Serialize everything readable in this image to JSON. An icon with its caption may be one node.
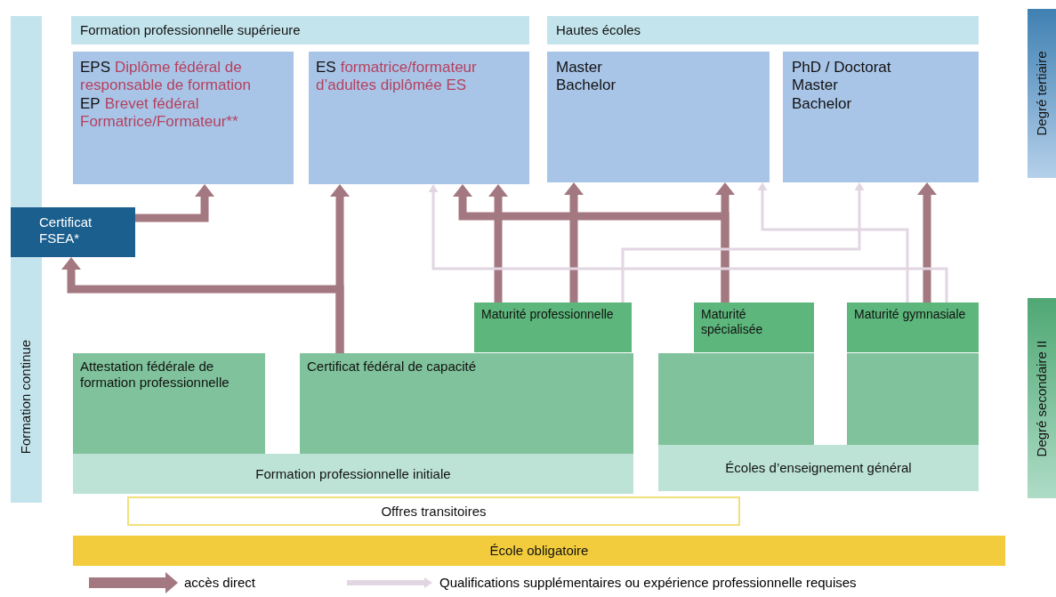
{
  "diagram": {
    "nodes": [
      {
        "text": [
          "Formation professionnelle supérieure"
        ]
      },
      {
        "text": [
          "Hautes écoles"
        ]
      },
      {
        "text": [
          "EPS",
          "Diplôme fédéral de responsable de formation",
          "EP",
          "Brevet fédéral Formatrice/Formateur**"
        ]
      },
      {
        "text": [
          "ES",
          "formatrice/formateur d’adultes diplômée ES"
        ]
      },
      {
        "text": [
          "Master",
          "Bachelor"
        ]
      },
      {
        "text": [
          "PhD / Doctorat",
          "Master",
          "Bachelor"
        ]
      },
      {
        "text": [
          "Certificat FSEA*"
        ]
      },
      {
        "text": [
          "Maturité professionnelle"
        ]
      },
      {
        "text": [
          "Maturité spécialisée"
        ]
      },
      {
        "text": [
          "Maturité gymnasiale"
        ]
      },
      {
        "text": [
          "Attestation fédérale de formation professionnelle"
        ]
      },
      {
        "text": [
          "Certificat fédéral de capacité"
        ]
      },
      {
        "text": [],
        "shape": "box"
      },
      {
        "text": [],
        "shape": "box"
      },
      {
        "text": [
          "Formation professionnelle initiale"
        ]
      },
      {
        "text": [
          "Écoles d’enseignement général"
        ]
      },
      {
        "text": [
          "Offres transitoires"
        ]
      },
      {
        "text": [
          "École obligatoire"
        ]
      },
      {
        "text": [
          "Formation continue"
        ]
      },
      {
        "text": [
          "Degré tertiaire"
        ]
      },
      {
        "text": [
          "Degré secondaire II"
        ]
      }
    ],
    "edges": [
      {
        "from": 6,
        "to": 2,
        "arrow": "to"
      },
      {
        "from": 11,
        "to": 3,
        "arrow": "to"
      },
      {
        "from": 11,
        "to": 6,
        "arrow": "to"
      },
      {
        "from": 7,
        "to": 3,
        "arrow": "to"
      },
      {
        "from": 7,
        "to": 4,
        "arrow": "to"
      },
      {
        "from": 8,
        "to": 4,
        "arrow": "to"
      },
      {
        "from": 8,
        "to": 3,
        "arrow": "to"
      },
      {
        "from": 9,
        "to": 5,
        "arrow": "to"
      },
      {
        "from": 9,
        "to": 3,
        "arrow": "to",
        "color": "#e2d6e2"
      },
      {
        "from": 7,
        "to": 5,
        "arrow": "to",
        "color": "#e2d6e2"
      },
      {
        "from": 9,
        "to": 4,
        "arrow": "to",
        "color": "#e2d6e2"
      }
    ],
    "legend": [
      {
        "text": "accès direct"
      },
      {
        "text": "Qualifications supplémentaires ou expérience professionnelle requises"
      }
    ]
  }
}
